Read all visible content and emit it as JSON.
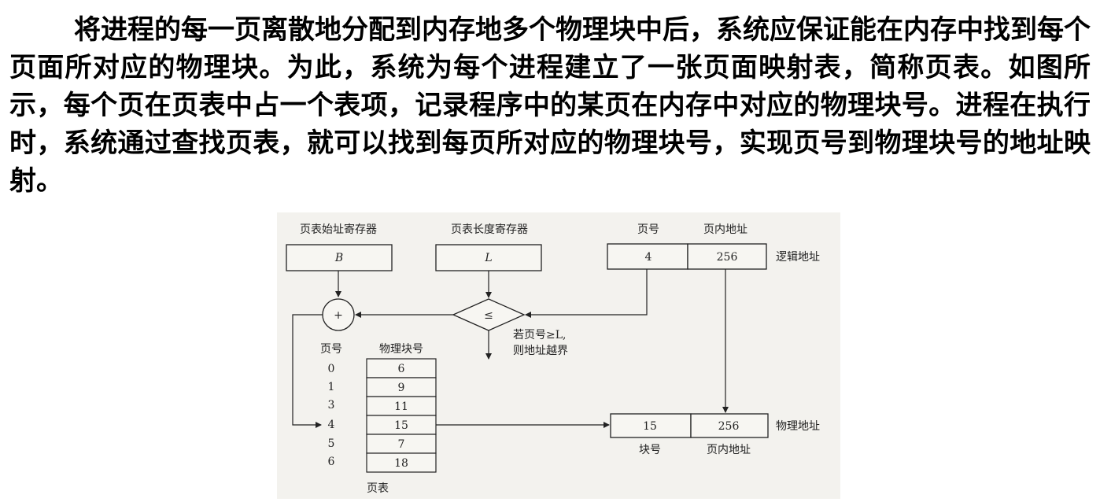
{
  "paragraph": {
    "text": "将进程的每一页离散地分配到内存地多个物理块中后，系统应保证能在内存中找到每个页面所对应的物理块。为此，系统为每个进程建立了一张页面映射表，简称页表。如图所示，每个页在页表中占一个表项，记录程序中的某页在内存中对应的物理块号。进程在执行时，系统通过查找页表，就可以找到每页所对应的物理块号，实现页号到物理块号的地址映射。"
  },
  "diagram": {
    "page_table_start_register": {
      "label": "页表始址寄存器",
      "value": "B"
    },
    "page_table_length_register": {
      "label": "页表长度寄存器",
      "value": "L"
    },
    "logical_address": {
      "page_number_label": "页号",
      "page_offset_label": "页内地址",
      "page_number": "4",
      "offset": "256",
      "label": "逻辑地址"
    },
    "adder_symbol": "+",
    "comparator_symbol": "≤",
    "overflow_note": {
      "line1": "若页号≥L,",
      "line2": "则地址越界"
    },
    "page_table": {
      "page_col_label": "页号",
      "block_col_label": "物理块号",
      "pages": [
        "0",
        "1",
        "3",
        "4",
        "5",
        "6"
      ],
      "blocks": [
        "6",
        "9",
        "11",
        "15",
        "7",
        "18"
      ],
      "caption": "页表"
    },
    "physical_address": {
      "block": "15",
      "offset": "256",
      "label": "物理地址",
      "block_label": "块号",
      "offset_label": "页内地址"
    }
  }
}
